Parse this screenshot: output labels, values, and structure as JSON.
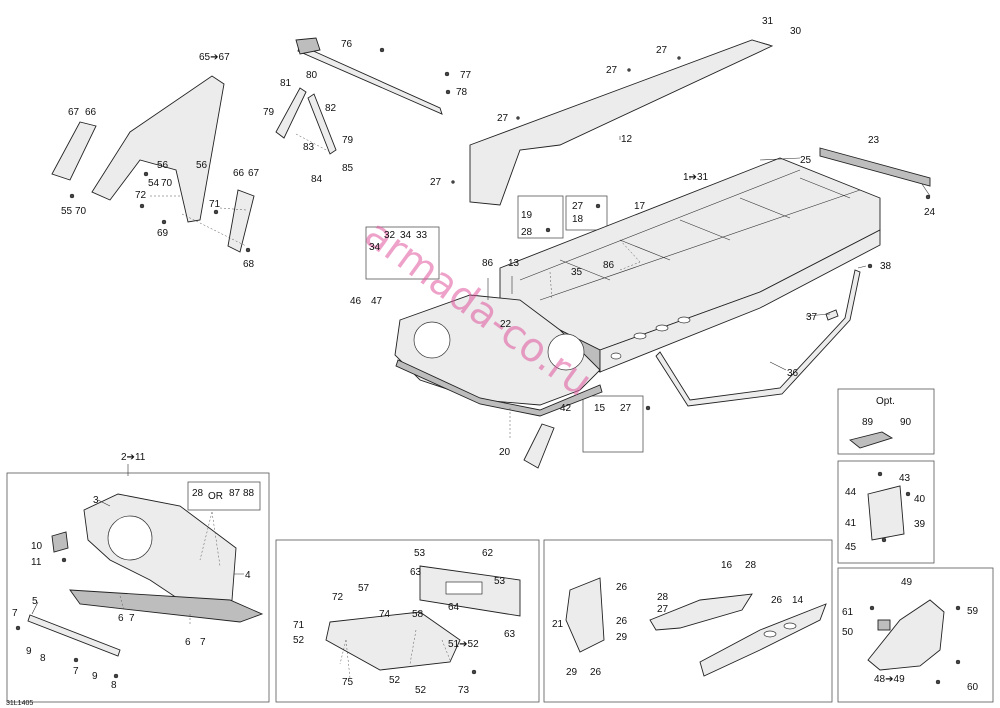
{
  "diagram_code": "31L1405",
  "watermark": "armada-co.ru",
  "option_label": "Opt.",
  "or_label": "OR",
  "callouts": {
    "n1to31": "1➔31",
    "n2to11": "2➔11",
    "n65to67": "65➔67",
    "n48to49": "48➔49",
    "n51to52": "51➔52",
    "n3": "3",
    "n4": "4",
    "n5": "5",
    "n6": "6",
    "n7": "7",
    "n8": "8",
    "n9": "9",
    "n10": "10",
    "n11": "11",
    "n12": "12",
    "n13": "13",
    "n14": "14",
    "n15": "15",
    "n16": "16",
    "n17": "17",
    "n18": "18",
    "n19": "19",
    "n20": "20",
    "n21": "21",
    "n22": "22",
    "n23": "23",
    "n24": "24",
    "n25": "25",
    "n26": "26",
    "n27": "27",
    "n28": "28",
    "n29": "29",
    "n30": "30",
    "n31": "31",
    "n32": "32",
    "n33": "33",
    "n34": "34",
    "n35": "35",
    "n36": "36",
    "n37": "37",
    "n38": "38",
    "n39": "39",
    "n40": "40",
    "n41": "41",
    "n42": "42",
    "n43": "43",
    "n44": "44",
    "n45": "45",
    "n46": "46",
    "n47": "47",
    "n49": "49",
    "n50": "50",
    "n52": "52",
    "n53": "53",
    "n54": "54",
    "n55": "55",
    "n56": "56",
    "n57": "57",
    "n58": "58",
    "n59": "59",
    "n60": "60",
    "n61": "61",
    "n62": "62",
    "n63": "63",
    "n64": "64",
    "n66": "66",
    "n67": "67",
    "n68": "68",
    "n69": "69",
    "n70": "70",
    "n71": "71",
    "n72": "72",
    "n73": "73",
    "n74": "74",
    "n75": "75",
    "n76": "76",
    "n77": "77",
    "n78": "78",
    "n79": "79",
    "n80": "80",
    "n81": "81",
    "n82": "82",
    "n83": "83",
    "n84": "84",
    "n85": "85",
    "n86": "86",
    "n87": "87",
    "n88": "88",
    "n89": "89",
    "n90": "90"
  },
  "colors": {
    "line": "#222222",
    "part_fill": "#ececec",
    "watermark": "#e0569c"
  }
}
